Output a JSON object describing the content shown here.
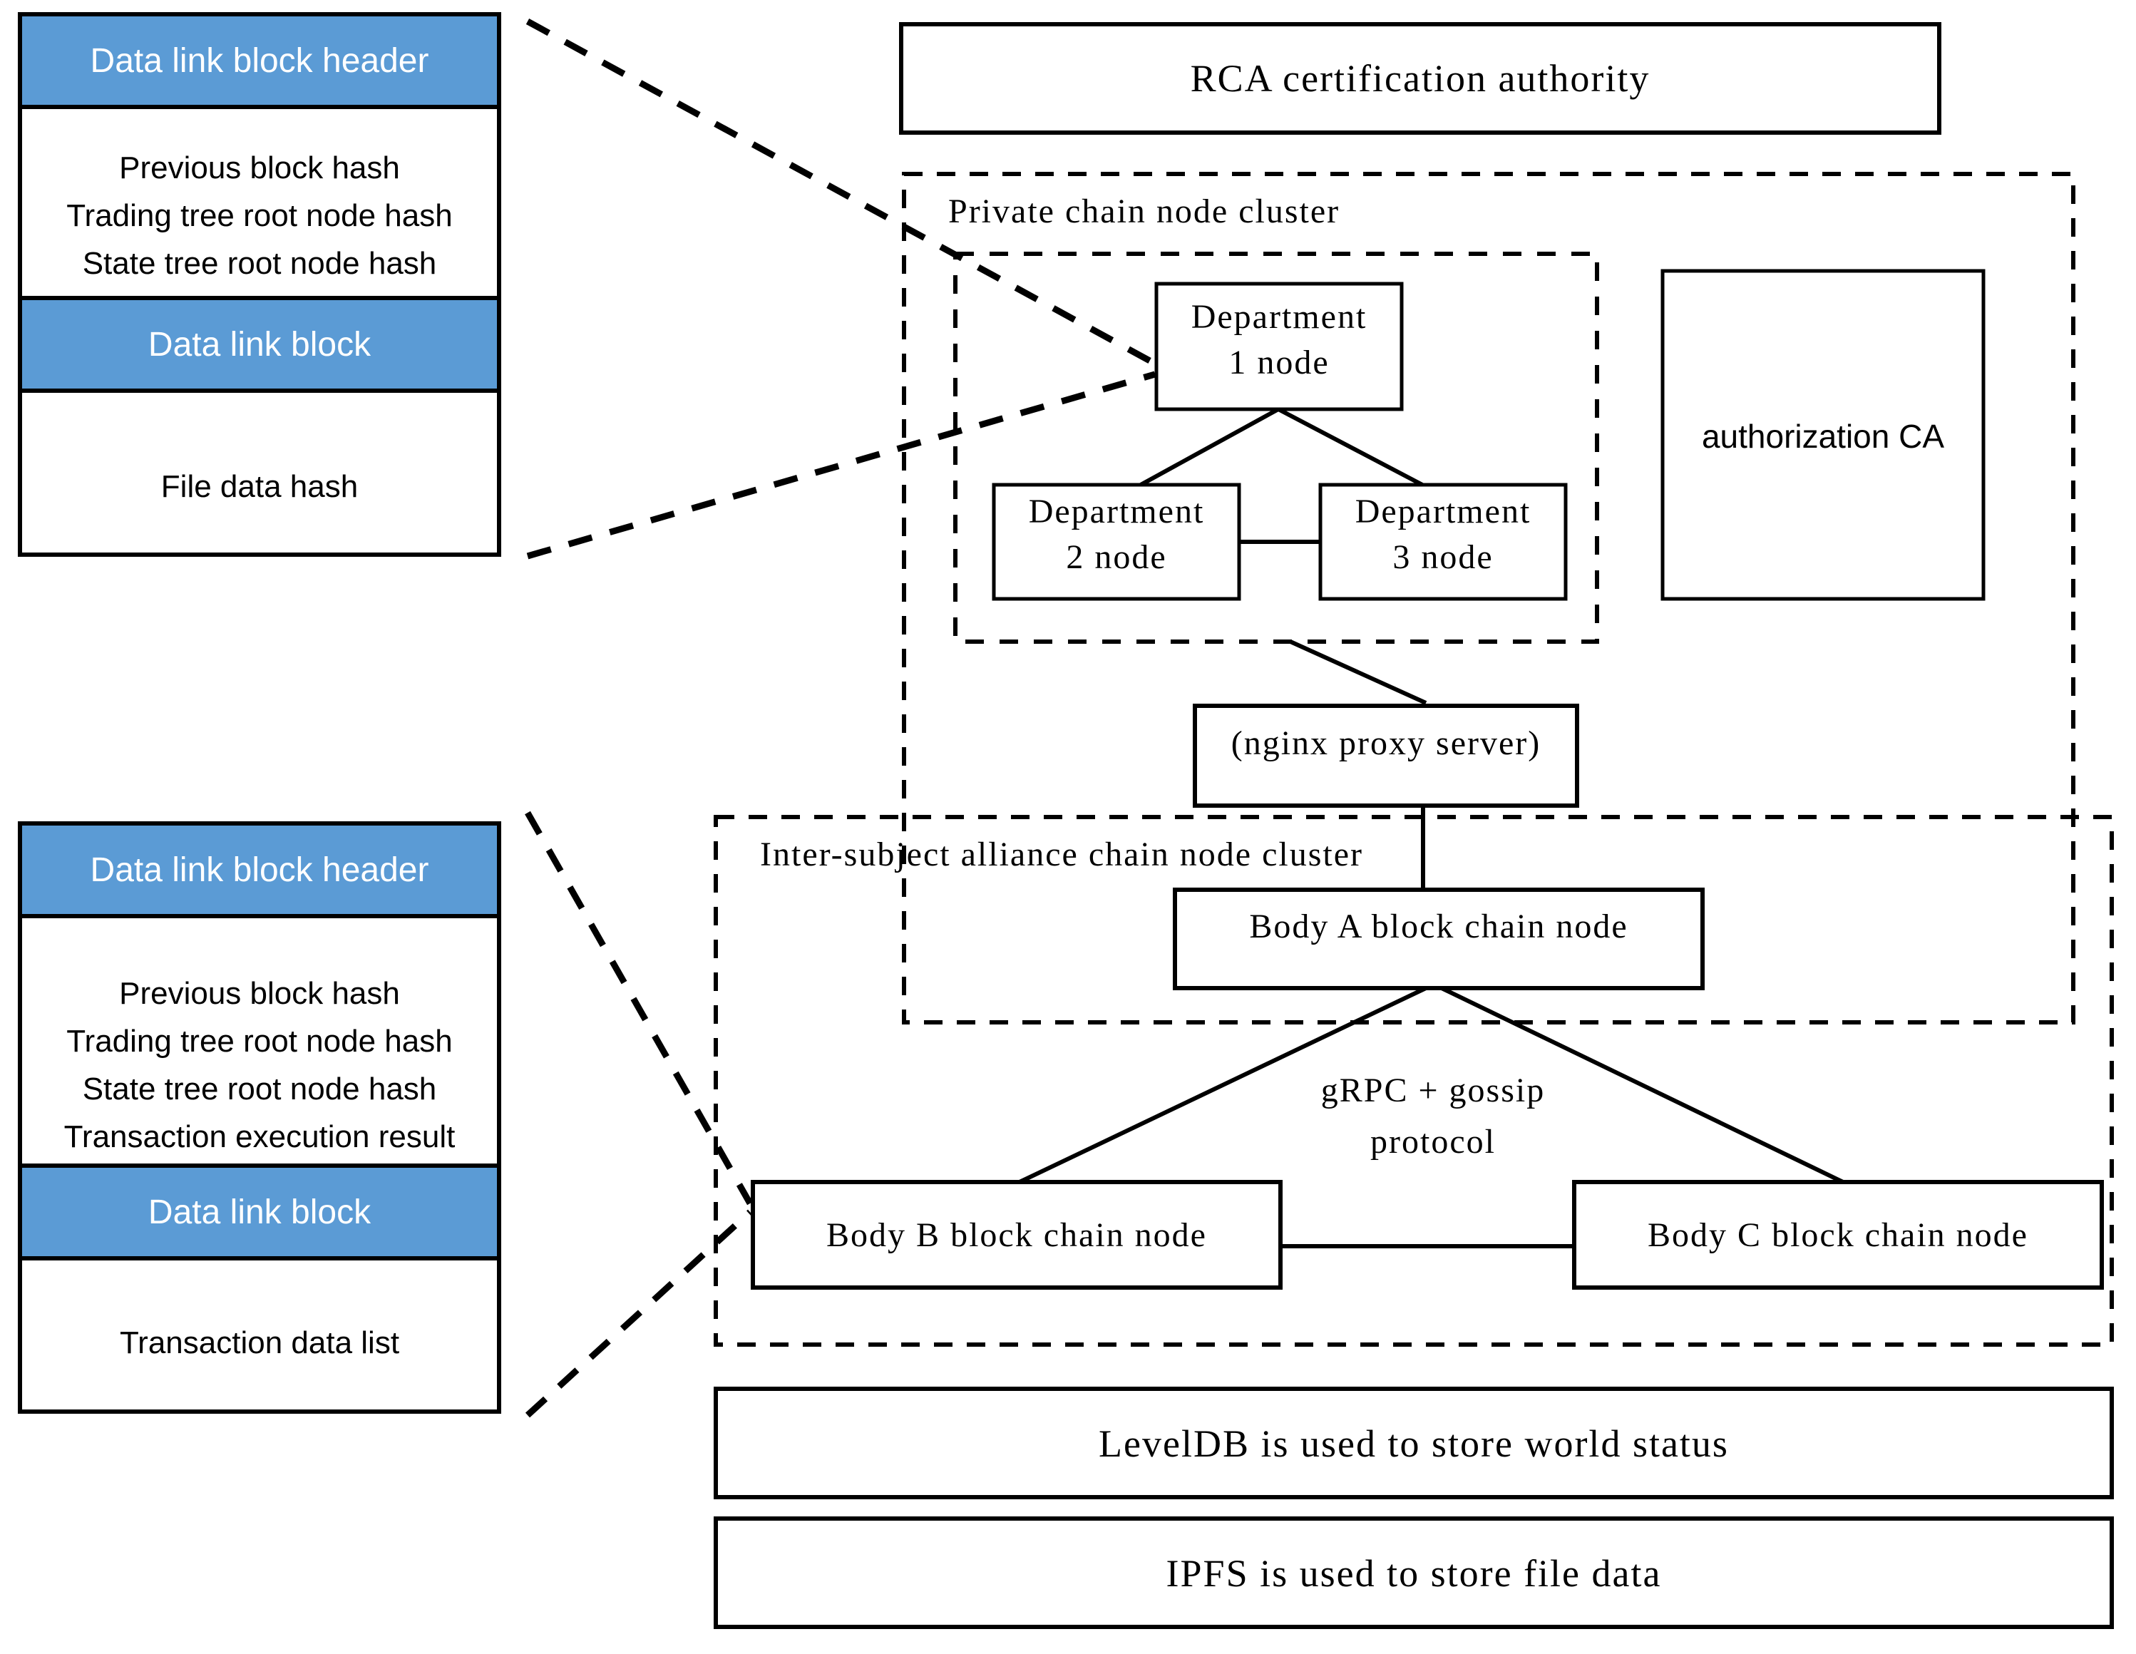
{
  "diagram": {
    "title": "Blockchain data-link block and node cluster architecture",
    "colors": {
      "header_blue": "#5B9BD5",
      "stroke_black": "#000000",
      "background_white": "#FFFFFF"
    },
    "block_structure_top": {
      "header_label": "Data link block header",
      "header_fields": [
        "Previous block hash",
        "Trading tree root node hash",
        "State tree root node hash"
      ],
      "body_label": "Data link block",
      "body_fields": [
        "File data hash"
      ]
    },
    "block_structure_bottom": {
      "header_label": "Data link block header",
      "header_fields": [
        "Previous block hash",
        "Trading tree root node hash",
        "State tree root node hash",
        "Transaction execution result"
      ],
      "body_label": "Data link block",
      "body_fields": [
        "Transaction data list"
      ]
    },
    "rca": {
      "label": "RCA certification authority"
    },
    "private_cluster": {
      "label": "Private chain node cluster",
      "department_nodes": [
        {
          "line1": "Department",
          "line2": "1 node"
        },
        {
          "line1": "Department",
          "line2": "2 node"
        },
        {
          "line1": "Department",
          "line2": "3 node"
        }
      ],
      "authorization_ca": {
        "label": "authorization CA"
      }
    },
    "proxy": {
      "label": "(nginx proxy server)"
    },
    "alliance_cluster": {
      "label": "Inter-subject alliance chain node cluster",
      "nodes": [
        {
          "label": "Body A block chain node"
        },
        {
          "label": "Body B block chain node"
        },
        {
          "label": "Body C block chain node"
        }
      ],
      "protocol_note": {
        "line1": "gRPC + gossip",
        "line2": "protocol"
      }
    },
    "storage": {
      "leveldb_label": "LevelDB is used to store world status",
      "ipfs_label": "IPFS is used to store file data"
    }
  }
}
